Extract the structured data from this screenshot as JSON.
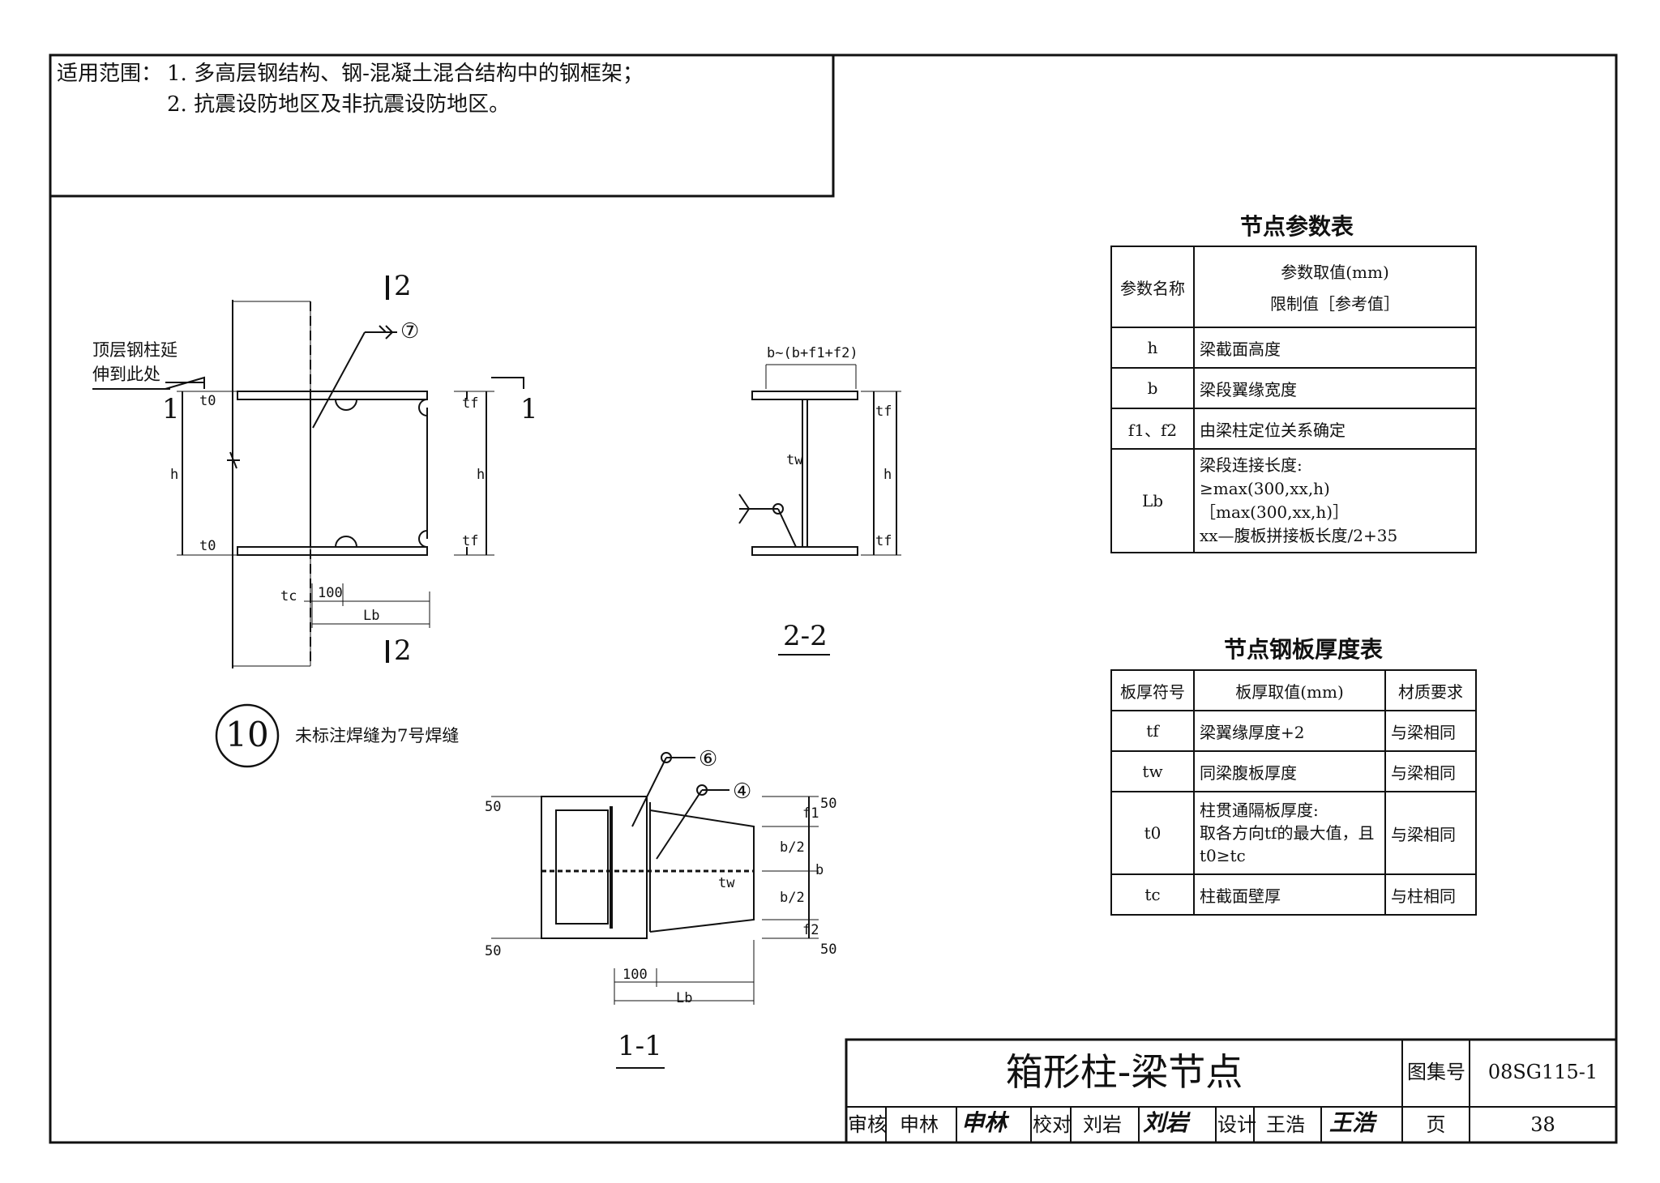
{
  "scope": {
    "label": "适用范围：",
    "items": [
      "1. 多高层钢结构、钢-混凝土混合结构中的钢框架；",
      "2. 抗震设防地区及非抗震设防地区。"
    ]
  },
  "elevation": {
    "note_line1": "顶层钢柱延",
    "note_line2": "伸到此处",
    "section_1_left": "1",
    "section_1_right": "1",
    "section_2_top": "2",
    "section_2_bottom": "2",
    "weld_ref": "⑦",
    "dim_t0_top": "t0",
    "dim_t0_bottom": "t0",
    "dim_h_left": "h",
    "dim_h_right": "h",
    "dim_tf_top": "tf",
    "dim_tf_bottom": "tf",
    "dim_tc": "tc",
    "dim_100": "100",
    "dim_Lb": "Lb"
  },
  "section_2_2": {
    "label": "2-2",
    "dim_width": "b~(b+f1+f2)",
    "dim_tw": "tw",
    "dim_tf_top": "tf",
    "dim_tf_bottom": "tf",
    "dim_h": "h"
  },
  "section_1_1": {
    "label": "1-1",
    "weld_ref_a": "⑥",
    "weld_ref_b": "④",
    "dim_50_top": "50",
    "dim_50_bottom": "50",
    "dim_f1": "f1",
    "dim_50_f1": "50",
    "dim_b2_top": "b/2",
    "dim_b2_bottom": "b/2",
    "dim_b": "b",
    "dim_f2": "f2",
    "dim_50_f2": "50",
    "dim_tw": "tw",
    "dim_100": "100",
    "dim_Lb": "Lb"
  },
  "node": {
    "number": "10",
    "note": "未标注焊缝为7号焊缝"
  },
  "param_table": {
    "title": "节点参数表",
    "header_name": "参数名称",
    "header_value_1": "参数取值(mm)",
    "header_value_2": "限制值［参考值］",
    "rows": [
      {
        "name": "h",
        "value": "梁截面高度"
      },
      {
        "name": "b",
        "value": "梁段翼缘宽度"
      },
      {
        "name": "f1、f2",
        "value": "由梁柱定位关系确定"
      }
    ],
    "lb_name": "Lb",
    "lb_lines": [
      "梁段连接长度:",
      "≥max(300,xx,h)",
      "［max(300,xx,h)］",
      "xx—腹板拼接板长度/2+35"
    ]
  },
  "plate_table": {
    "title": "节点钢板厚度表",
    "headers": [
      "板厚符号",
      "板厚取值(mm)",
      "材质要求"
    ],
    "rows": [
      {
        "sym": "tf",
        "value": "梁翼缘厚度+2",
        "mat": "与梁相同"
      },
      {
        "sym": "tw",
        "value": "同梁腹板厚度",
        "mat": "与梁相同"
      },
      {
        "sym": "t0",
        "lines": [
          "柱贯通隔板厚度:",
          "取各方向tf的最大值，且",
          "t0≥tc"
        ],
        "mat": "与梁相同"
      },
      {
        "sym": "tc",
        "value": "柱截面壁厚",
        "mat": "与柱相同"
      }
    ]
  },
  "title_block": {
    "title": "箱形柱-梁节点",
    "atlas_label": "图集号",
    "atlas_no": "08SG115-1",
    "review_label": "审核",
    "reviewer": "申林",
    "reviewer_sig": "申林",
    "check_label": "校对",
    "checker": "刘岩",
    "checker_sig": "刘岩",
    "design_label": "设计",
    "designer": "王浩",
    "designer_sig": "王浩",
    "page_label": "页",
    "page_no": "38"
  }
}
